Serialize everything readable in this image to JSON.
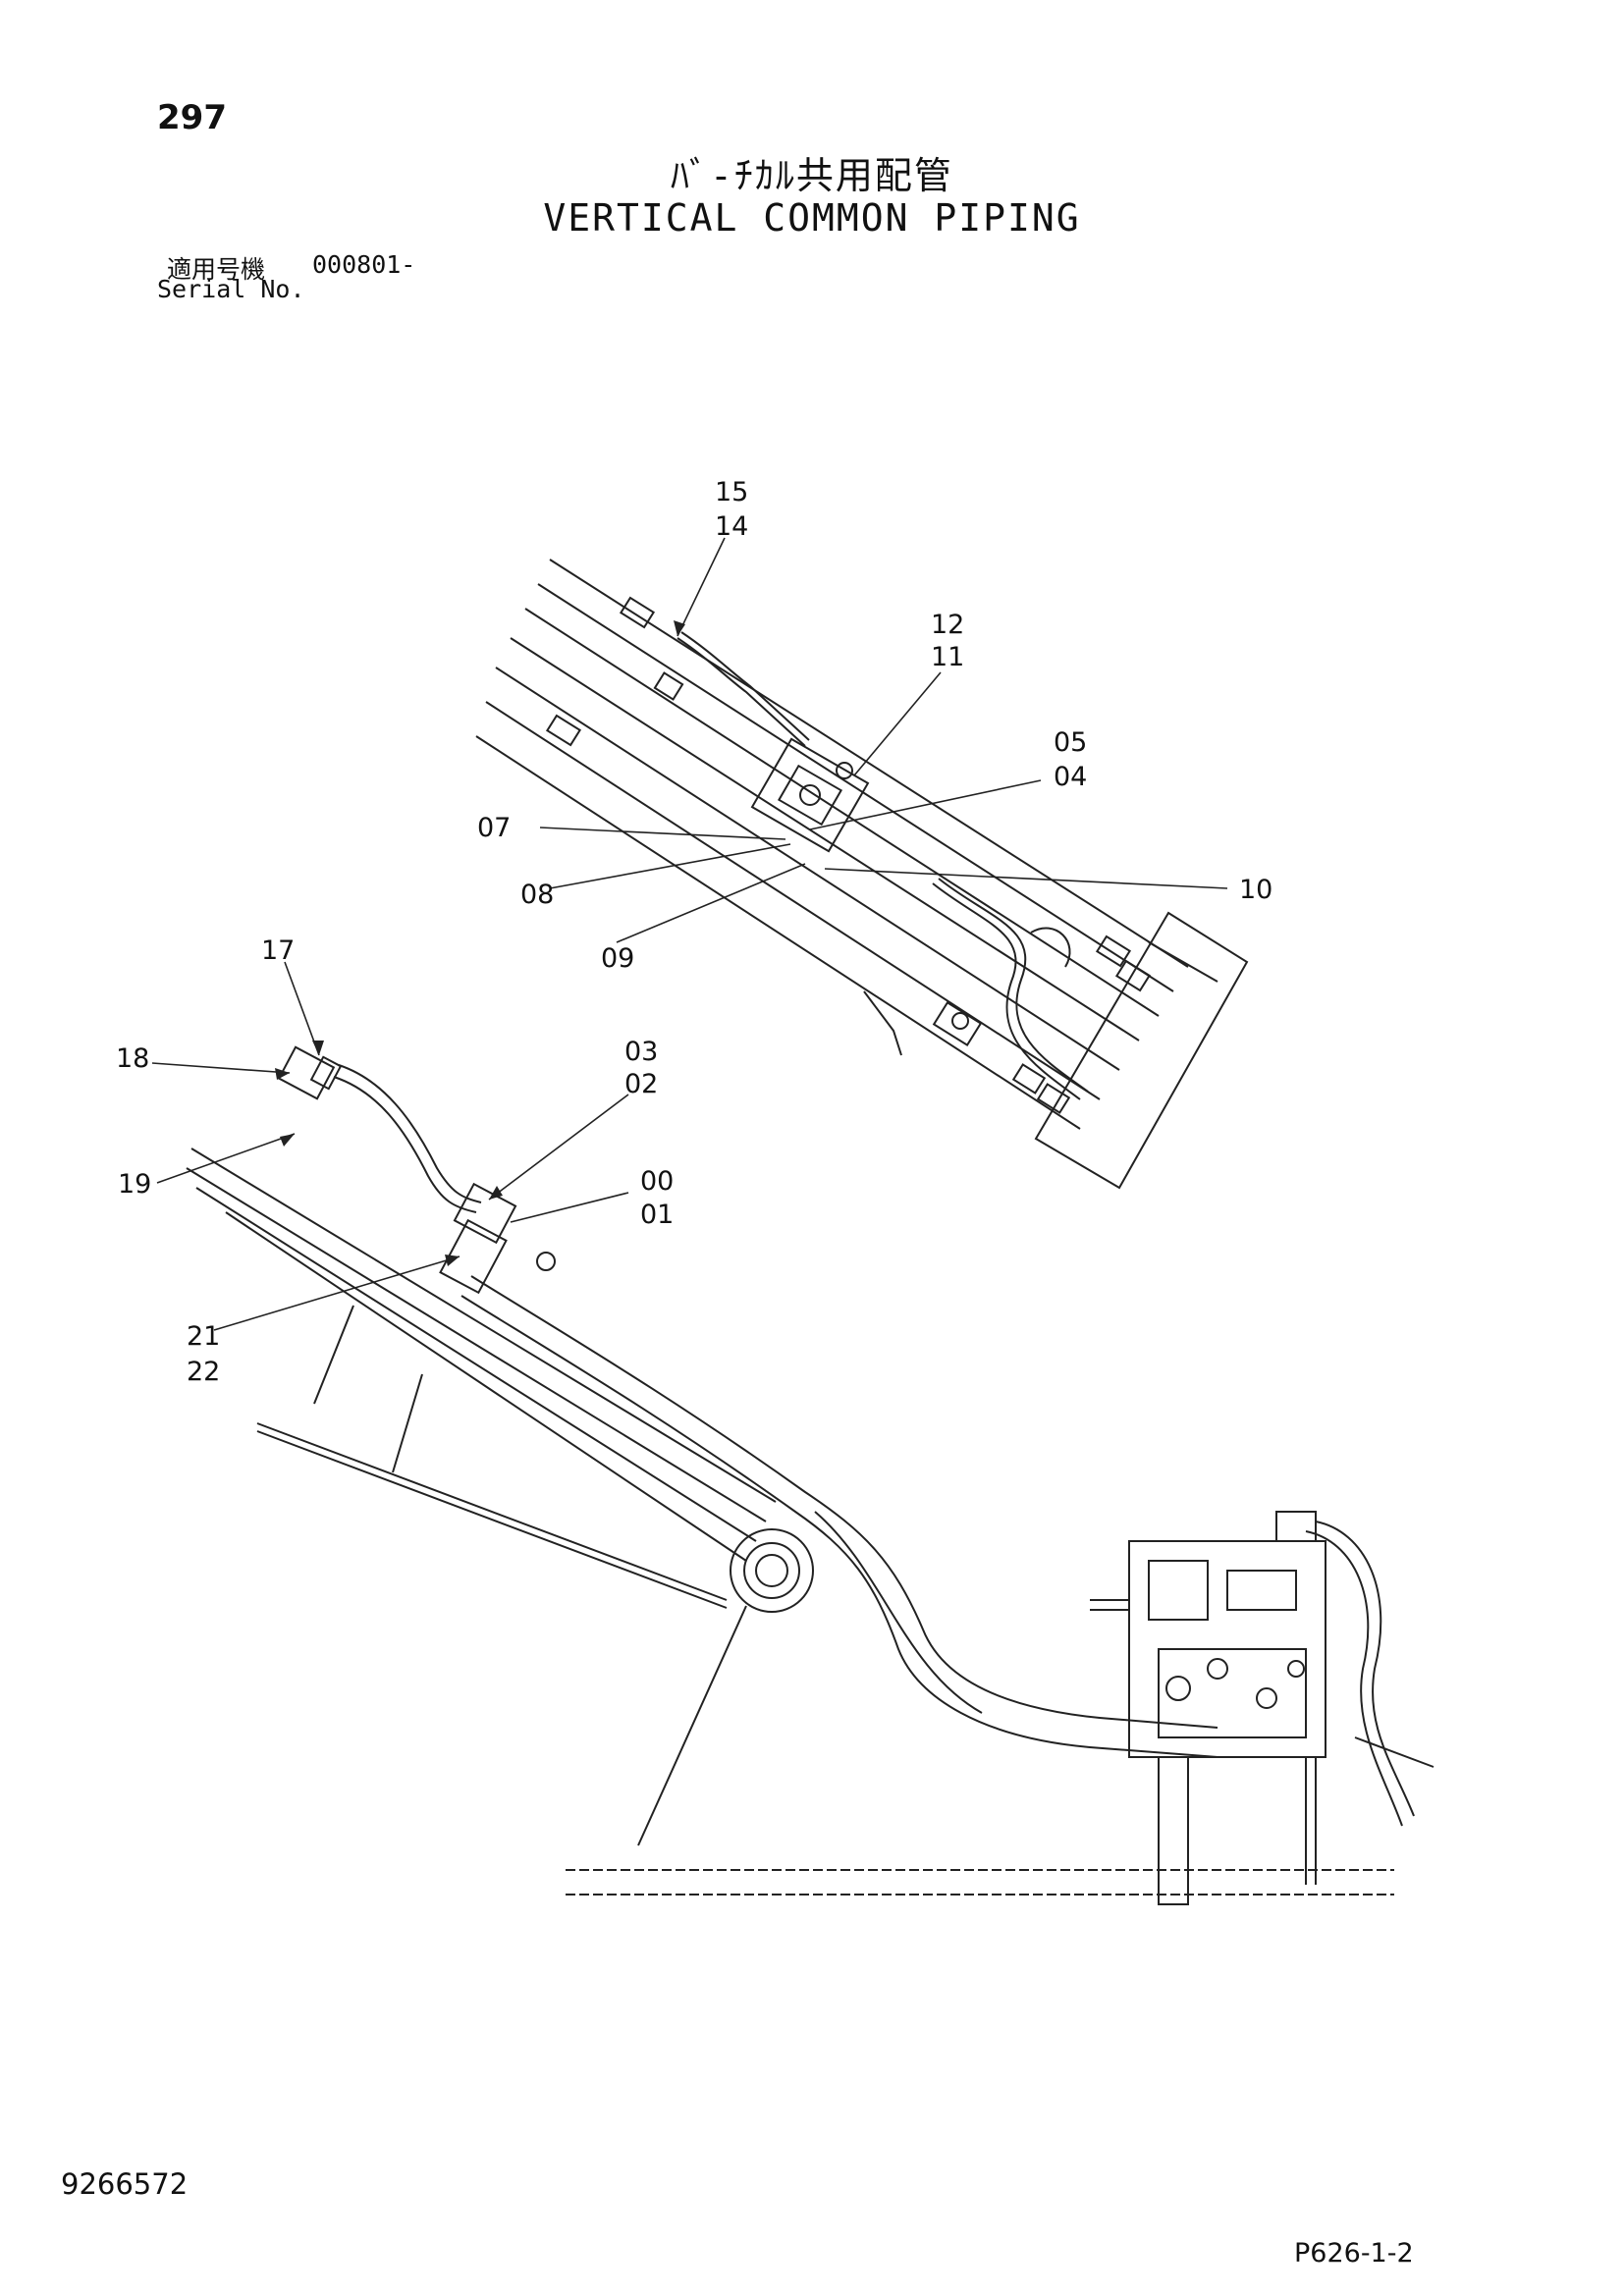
{
  "header": {
    "page_number": "297",
    "title_ja": "ﾊﾞ-ﾁｶﾙ共用配管",
    "title_en": "VERTICAL COMMON PIPING",
    "serial_label_ja": "適用号機",
    "serial_value": "000801-",
    "serial_label_en": "Serial No."
  },
  "callouts": {
    "c15": "15",
    "c14": "14",
    "c12": "12",
    "c11": "11",
    "c05": "05",
    "c04": "04",
    "c07": "07",
    "c08": "08",
    "c09": "09",
    "c10": "10",
    "c17": "17",
    "c18": "18",
    "c19": "19",
    "c03": "03",
    "c02": "02",
    "c00": "00",
    "c01": "01",
    "c21": "21",
    "c22": "22"
  },
  "footer": {
    "drawing_id": "9266572",
    "page_code": "P626-1-2"
  }
}
